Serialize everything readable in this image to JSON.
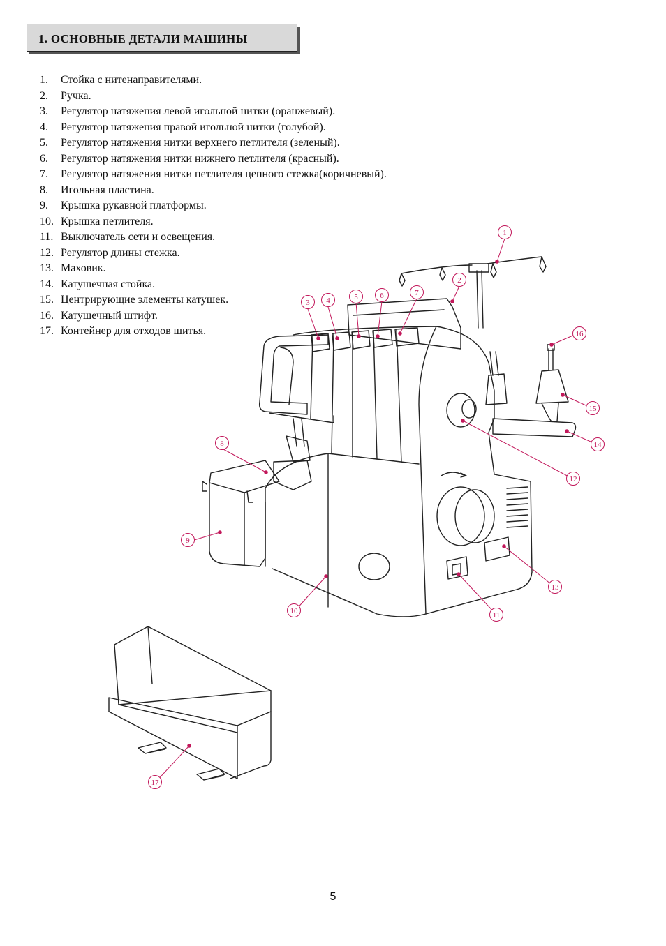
{
  "heading": "1.  ОСНОВНЫЕ ДЕТАЛИ МАШИНЫ",
  "parts": [
    {
      "num": "1.",
      "text": "Стойка  с нитенаправителями."
    },
    {
      "num": "2.",
      "text": "Ручка."
    },
    {
      "num": "3.",
      "text": "Регулятор натяжения левой игольной нитки  (оранжевый)."
    },
    {
      "num": "4.",
      "text": "Регулятор натяжения правой игольной нитки  (голубой)."
    },
    {
      "num": "5.",
      "text": "Регулятор натяжения нитки верхнего петлителя (зеленый)."
    },
    {
      "num": "6.",
      "text": "Регулятор натяжения нитки нижнего петлителя (красный)."
    },
    {
      "num": "7.",
      "text": "Регулятор натяжения нитки петлителя цепного стежка(коричневый)."
    },
    {
      "num": "8.",
      "text": "Игольная пластина."
    },
    {
      "num": "9.",
      "text": "Крышка рукавной платформы."
    },
    {
      "num": "10.",
      "text": "Крышка петлителя."
    },
    {
      "num": "11.",
      "text": "Выключатель сети и освещения."
    },
    {
      "num": "12.",
      "text": "Регулятор длины стежка."
    },
    {
      "num": "13.",
      "text": "Маховик."
    },
    {
      "num": "14.",
      "text": "Катушечная стойка."
    },
    {
      "num": "15.",
      "text": "Центрирующие элементы катушек."
    },
    {
      "num": "16.",
      "text": "Катушечный штифт."
    },
    {
      "num": "17.",
      "text": "Контейнер для отходов шитья."
    }
  ],
  "callouts": [
    "1",
    "2",
    "3",
    "4",
    "5",
    "6",
    "7",
    "8",
    "9",
    "10",
    "11",
    "12",
    "13",
    "14",
    "15",
    "16",
    "17"
  ],
  "colors": {
    "callout": "#c2185b",
    "outline": "#222222",
    "heading_bg": "#d9d9d9"
  },
  "page_number": "5"
}
